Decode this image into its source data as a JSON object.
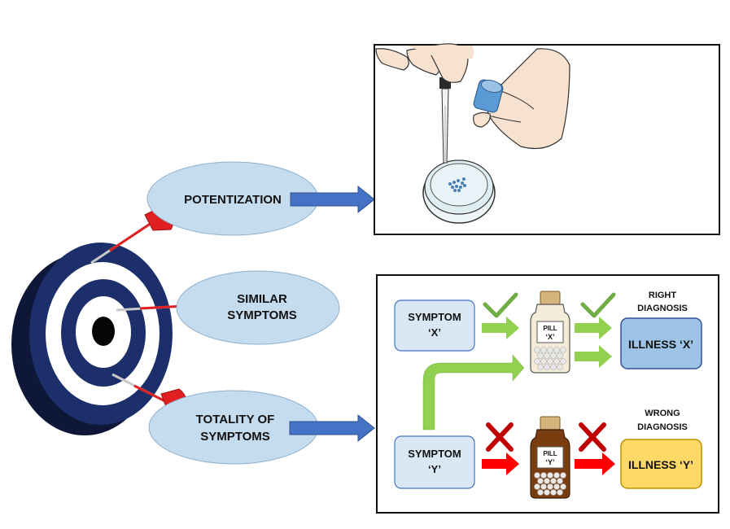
{
  "ellipses": {
    "potentization": "POTENTIZATION",
    "similar_line1": "SIMILAR",
    "similar_line2": "SYMPTOMS",
    "totality_line1": "TOTALITY OF",
    "totality_line2": "SYMPTOMS"
  },
  "panel": {
    "symptom_x_line1": "SYMPTOM",
    "symptom_x_line2": "‘X’",
    "symptom_y_line1": "SYMPTOM",
    "symptom_y_line2": "‘Y’",
    "pill_x_line1": "PILL",
    "pill_x_line2": "‘X’",
    "pill_y_line1": "PILL",
    "pill_y_line2": "‘Y’",
    "right_line1": "RIGHT",
    "right_line2": "DIAGNOSIS",
    "wrong_line1": "WRONG",
    "wrong_line2": "DIAGNOSIS",
    "illness_x": "ILLNESS ‘X’",
    "illness_y": "ILLNESS ‘Y’"
  },
  "colors": {
    "ellipse_fill": "#c5dcef",
    "ellipse_stroke": "#8fb0cc",
    "target_blue": "#1d2f6b",
    "target_dark": "#0f1738",
    "blue_arrow": "#4472c4",
    "green": "#92d050",
    "red": "#ff0000",
    "check_green": "#70ad47",
    "symptom_box": "#dae8f5",
    "illness_x_fill": "#9dc3e6",
    "illness_y_fill": "#ffd966",
    "bottle_glass": "#f4ecd8",
    "bottle_brown": "#7a3d10",
    "cork": "#d6b37a",
    "dart_red": "#e02020"
  },
  "icons": [
    "target-icon",
    "dart-icon",
    "dropper-hand-icon",
    "petri-dish-icon",
    "pill-bottle-icon",
    "check-icon",
    "cross-icon"
  ]
}
